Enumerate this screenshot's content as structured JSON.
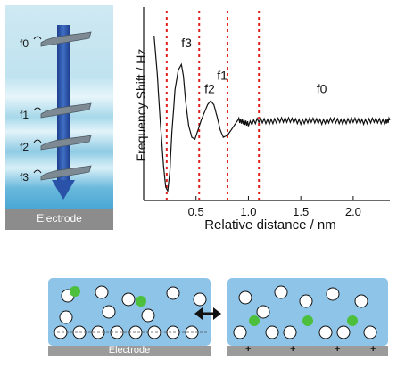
{
  "probe_panel": {
    "levels": [
      "f0",
      "f1",
      "f2",
      "f3"
    ],
    "electrode_label": "Electrode"
  },
  "chart_data": {
    "type": "line",
    "title": "",
    "xlabel": "Relative distance / nm",
    "ylabel": "Frequency Shift / Hz",
    "xlim": [
      0,
      2.35
    ],
    "ylim": [
      0,
      1
    ],
    "x_ticks": [
      "0.5",
      "1.0",
      "1.5",
      "2.0"
    ],
    "x_tick_values": [
      0.5,
      1.0,
      1.5,
      2.0
    ],
    "dashed_lines_x": [
      0.22,
      0.53,
      0.8,
      1.1
    ],
    "annotations": [
      {
        "text": "f3",
        "x": 0.36,
        "y": 0.8
      },
      {
        "text": "f2",
        "x": 0.58,
        "y": 0.56
      },
      {
        "text": "f1",
        "x": 0.7,
        "y": 0.63
      },
      {
        "text": "f0",
        "x": 1.65,
        "y": 0.56
      }
    ],
    "series": [
      {
        "x": [
          0.1,
          0.13,
          0.16,
          0.19,
          0.21,
          0.23,
          0.25,
          0.27,
          0.3,
          0.33,
          0.36,
          0.38,
          0.4,
          0.43,
          0.46,
          0.49,
          0.52,
          0.55,
          0.58,
          0.61,
          0.64,
          0.67,
          0.7,
          0.73,
          0.76,
          0.8,
          0.85,
          0.9,
          0.95,
          1.0,
          1.1,
          1.2,
          1.3,
          1.4,
          1.5,
          1.6,
          1.7,
          1.8,
          1.9,
          2.0,
          2.1,
          2.2,
          2.3,
          2.35
        ],
        "y": [
          0.86,
          0.66,
          0.4,
          0.18,
          0.07,
          0.05,
          0.15,
          0.36,
          0.58,
          0.68,
          0.71,
          0.65,
          0.52,
          0.39,
          0.33,
          0.32,
          0.37,
          0.42,
          0.46,
          0.5,
          0.52,
          0.5,
          0.44,
          0.37,
          0.33,
          0.34,
          0.38,
          0.42,
          0.41,
          0.4,
          0.42,
          0.41,
          0.42,
          0.42,
          0.41,
          0.42,
          0.41,
          0.42,
          0.41,
          0.42,
          0.41,
          0.42,
          0.41,
          0.42
        ]
      }
    ]
  },
  "bottom_panels": {
    "left_label": "Electrode",
    "plus_signs": [
      "+",
      "+",
      "+",
      "+"
    ]
  }
}
